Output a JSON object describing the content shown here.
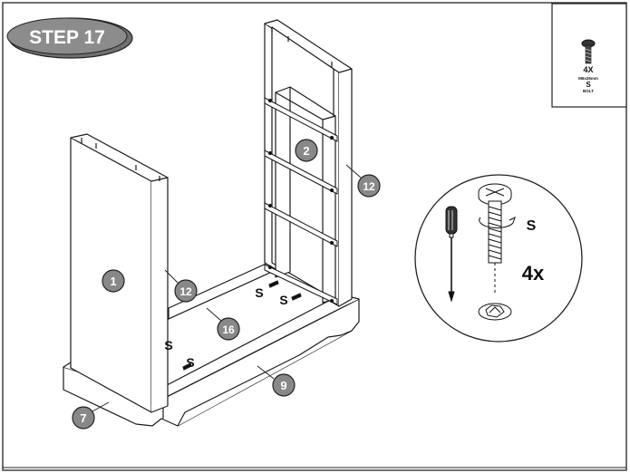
{
  "step": {
    "label": "STEP 17"
  },
  "hardware_box": {
    "quantity": "4X",
    "size": "M6x26mm",
    "code": "S",
    "type": "BOLT"
  },
  "callouts": {
    "part_1": "1",
    "part_2": "2",
    "part_7": "7",
    "part_9": "9",
    "part_12_left": "12",
    "part_12_right": "12",
    "part_16": "16"
  },
  "bolt_labels": {
    "s_a": "S",
    "s_b": "S",
    "s_c": "S",
    "s_d": "S"
  },
  "detail": {
    "code": "S",
    "quantity": "4x"
  },
  "colors": {
    "badge_fill": "#8a8a8a",
    "line": "#1a1a1a",
    "panel": "#ffffff"
  }
}
